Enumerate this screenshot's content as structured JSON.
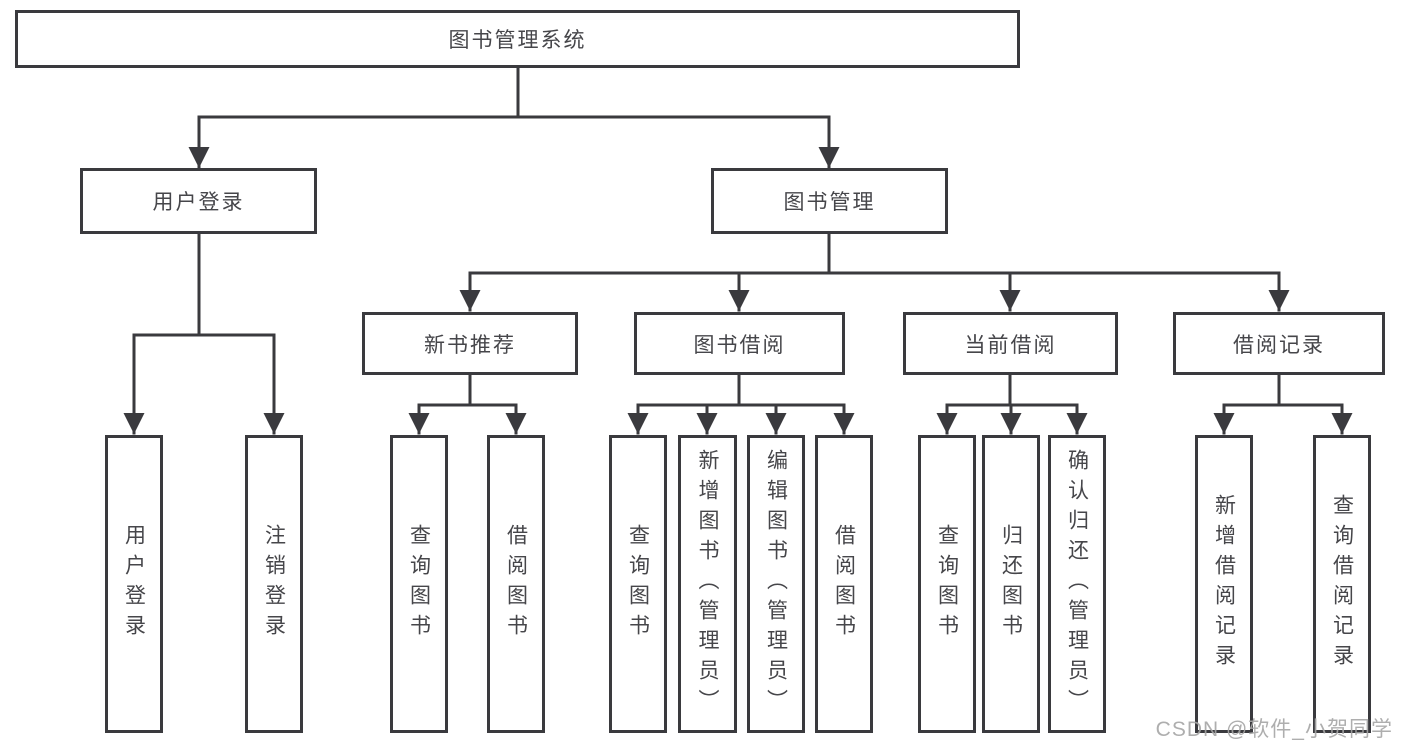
{
  "diagram": {
    "title": "图书管理系统",
    "level2": {
      "user_login": "用户登录",
      "book_mgmt": "图书管理"
    },
    "level3": {
      "new_books": "新书推荐",
      "borrowing": "图书借阅",
      "current": "当前借阅",
      "records": "借阅记录"
    },
    "leaves": {
      "user_login": [
        "用户登录",
        "注销登录"
      ],
      "new_books": [
        "查询图书",
        "借阅图书"
      ],
      "borrowing": [
        "查询图书",
        "新增图书（管理员）",
        "编辑图书（管理员）",
        "借阅图书"
      ],
      "current": [
        "查询图书",
        "归还图书",
        "确认归还（管理员）"
      ],
      "records": [
        "新增借阅记录",
        "查询借阅记录"
      ]
    }
  },
  "watermark": "CSDN @软件_小贺同学",
  "colors": {
    "line": "#3a3a3e",
    "text": "#46464a",
    "watermark": "#a6a6a6",
    "background": "#ffffff"
  }
}
